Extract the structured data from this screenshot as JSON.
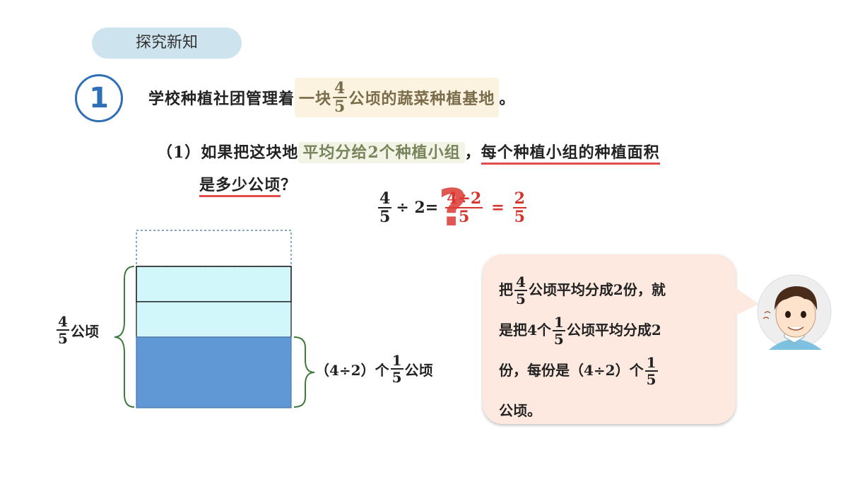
{
  "section_tag": "探究新知",
  "problem_number": "1",
  "intro": {
    "prefix": "学校种植社团管理着",
    "hl_before": "一块",
    "frac_num": "4",
    "frac_den": "5",
    "hl_after": "公顷的蔬菜种植基地",
    "suffix": "。"
  },
  "question": {
    "label": "（1）",
    "part1": "如果把这块地",
    "hl_green": "平均分给2个种植小组",
    "comma": "，",
    "underlined_1": "每个种植小组的种植面积",
    "underlined_2": "是多少公顷",
    "qmark": "？"
  },
  "equation": {
    "lhs_num": "4",
    "lhs_den": "5",
    "op": "÷ 2=",
    "mid_num": "4÷2",
    "mid_den": "5",
    "eq": "=",
    "res_num": "2",
    "res_den": "5",
    "unknown": "?"
  },
  "diagram": {
    "left_num": "4",
    "left_den": "5",
    "left_unit": "公顷",
    "right_prefix": "（4÷2）个",
    "right_num": "1",
    "right_den": "5",
    "right_unit": "公顷",
    "colors": {
      "light": "#d2f7fb",
      "dark": "#5f98d4",
      "brace": "#3f7a3f",
      "dash": "#3d6ea8"
    }
  },
  "bubble": {
    "l1a": "把",
    "l1_num": "4",
    "l1_den": "5",
    "l1b": "公顷平均分成2份，就",
    "l2a": "是把4个",
    "l2_num": "1",
    "l2_den": "5",
    "l2b": "公顷平均分成2",
    "l3a": "份，每份是（4÷2）个",
    "l3_num": "1",
    "l3_den": "5",
    "l4": "公顷。"
  }
}
